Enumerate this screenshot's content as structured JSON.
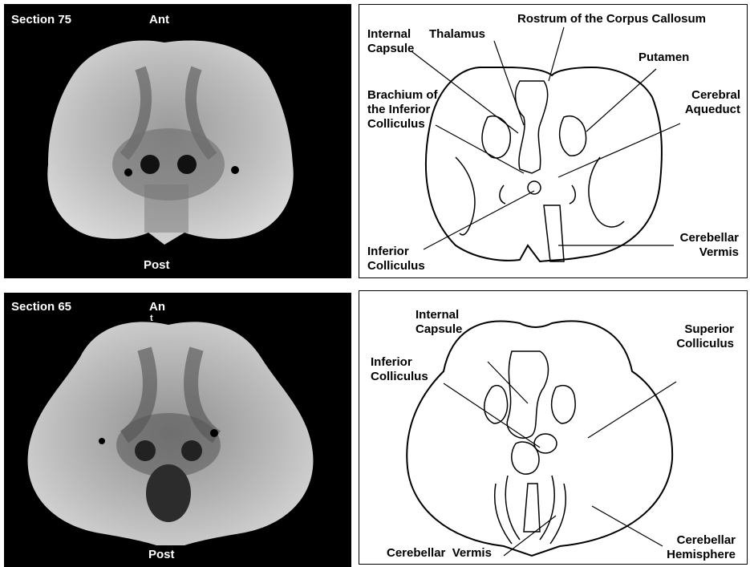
{
  "top_mri": {
    "section": "Section 75",
    "anterior": "Ant",
    "posterior": "Post"
  },
  "bottom_mri": {
    "section": "Section 65",
    "anterior": "An",
    "anterior_extra": "t",
    "posterior": "Post"
  },
  "top_diagram": {
    "rostrum": "Rostrum of the Corpus Callosum",
    "internal_capsule": [
      "Internal",
      "Capsule"
    ],
    "thalamus": "Thalamus",
    "putamen": "Putamen",
    "brachium": [
      "Brachium of",
      "the Inferior",
      "Colliculus"
    ],
    "cerebral_aqueduct": [
      "Cerebral",
      "Aqueduct"
    ],
    "inferior_colliculus": [
      "Inferior",
      "Colliculus"
    ],
    "cerebellar_vermis": [
      "Cerebellar",
      "Vermis"
    ]
  },
  "bottom_diagram": {
    "internal_capsule": [
      "Internal",
      "Capsule"
    ],
    "superior_colliculus": [
      "Superior",
      "Colliculus"
    ],
    "inferior_colliculus": [
      "Inferior",
      "Colliculus"
    ],
    "cerebellar_vermis": "Cerebellar  Vermis",
    "cerebellar_hemisphere": [
      "Cerebellar",
      "Hemisphere"
    ]
  }
}
